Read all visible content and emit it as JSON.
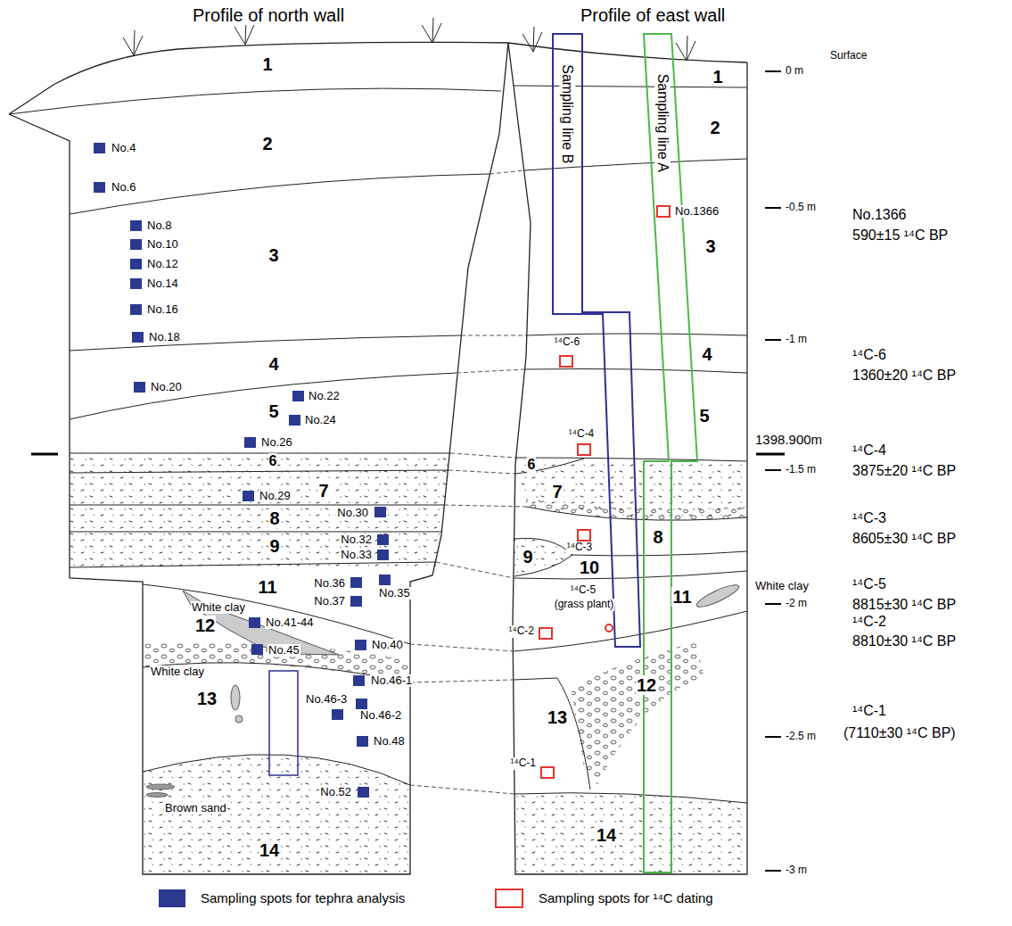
{
  "diagram": {
    "nodes": [
      {
        "text": [
          "Sampling line B"
        ]
      },
      {
        "text": [
          "Sampling line A"
        ]
      }
    ],
    "labels": [
      "Profile of north wall",
      "Profile of east wall",
      "Surface",
      "0 m",
      "-0.5 m",
      "-1 m",
      "-1.5 m",
      "-2 m",
      "-2.5 m",
      "-3 m",
      "1398.900m",
      "1",
      "2",
      "3",
      "4",
      "5",
      "6",
      "7",
      "8",
      "9",
      "11",
      "12",
      "13",
      "14",
      "1",
      "2",
      "3",
      "4",
      "5",
      "6",
      "7",
      "8",
      "9",
      "10",
      "11",
      "12",
      "13",
      "14",
      "No.4",
      "No.6",
      "No.8",
      "No.10",
      "No.12",
      "No.14",
      "No.16",
      "No.18",
      "No.20",
      "No.22",
      "No.24",
      "No.26",
      "No.29",
      "No.30",
      "No.32",
      "No.33",
      "No.36",
      "No.35",
      "No.37",
      "No.41-44",
      "No.40",
      "No.45",
      "No.46-1",
      "No.46-3",
      "No.46-2",
      "No.48",
      "No.52",
      "White clay",
      "White clay",
      "Brown sand",
      "No.1366",
      "¹⁴C-6",
      "¹⁴C-4",
      "¹⁴C-3",
      "White clay",
      "¹⁴C-5",
      "(grass plant)",
      "¹⁴C-2",
      "¹⁴C-1",
      "No.1366",
      "590±15 ¹⁴C BP",
      "¹⁴C-6",
      "1360±20 ¹⁴C BP",
      "¹⁴C-4",
      "3875±20 ¹⁴C BP",
      "¹⁴C-3",
      "8605±30 ¹⁴C BP",
      "¹⁴C-5",
      "8815±30 ¹⁴C BP",
      "¹⁴C-2",
      "8810±30 ¹⁴C BP",
      "¹⁴C-1",
      "(7110±30 ¹⁴C BP)"
    ],
    "legend": [
      {
        "text": "Sampling spots for tephra analysis",
        "color": "#2b3990"
      },
      {
        "text": "Sampling spots for ¹⁴C dating"
      }
    ]
  }
}
